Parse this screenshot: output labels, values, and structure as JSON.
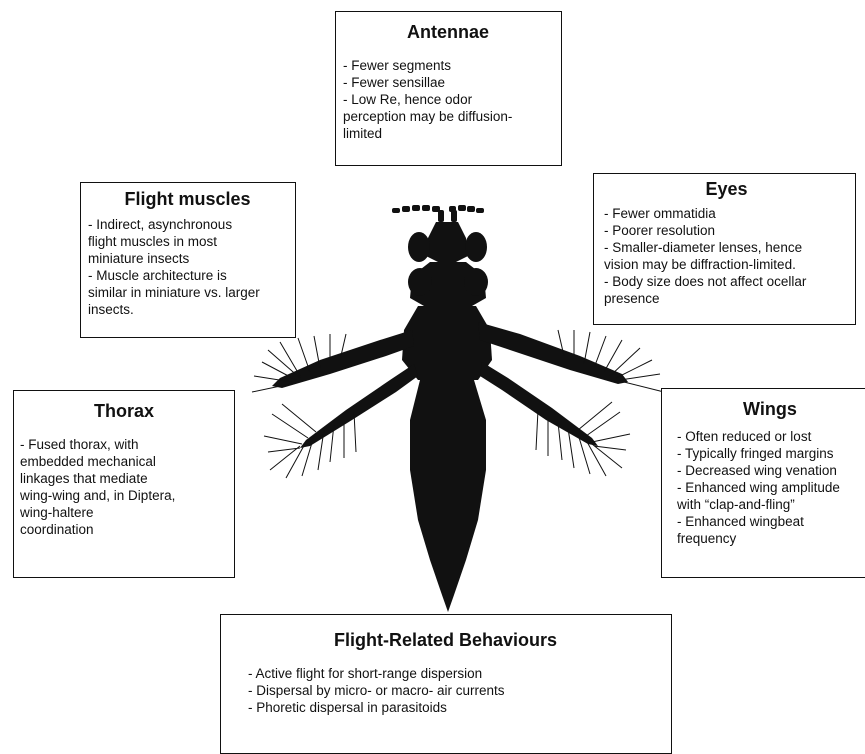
{
  "boxes": {
    "antennae": {
      "title": "Antennae",
      "items": [
        "- Fewer segments",
        "- Fewer sensillae",
        "- Low Re, hence odor",
        "perception may be diffusion-",
        "limited"
      ]
    },
    "flight_muscles": {
      "title": "Flight muscles",
      "items": [
        "- Indirect, asynchronous",
        "flight muscles in most",
        "miniature insects",
        "- Muscle architecture is",
        "similar in miniature vs. larger",
        "insects."
      ]
    },
    "eyes": {
      "title": "Eyes",
      "items": [
        "- Fewer ommatidia",
        "- Poorer resolution",
        "- Smaller-diameter lenses, hence",
        "vision may be diffraction-limited.",
        "- Body size does not affect ocellar",
        " presence"
      ]
    },
    "thorax": {
      "title": "Thorax",
      "items": [
        "-  Fused thorax, with",
        "embedded mechanical",
        "linkages that mediate",
        "wing-wing and, in Diptera,",
        "wing-haltere",
        "coordination"
      ]
    },
    "wings": {
      "title": "Wings",
      "items": [
        "- Often reduced or lost",
        "- Typically fringed margins",
        "- Decreased wing venation",
        "- Enhanced wing amplitude",
        " with “clap-and-fling”",
        "- Enhanced wingbeat",
        "frequency"
      ]
    },
    "flight_behaviours": {
      "title": "Flight-Related Behaviours",
      "items": [
        "- Active flight for short-range dispersion",
        "- Dispersal by micro- or macro- air currents",
        "- Phoretic dispersal in parasitoids"
      ]
    }
  },
  "colors": {
    "insect": "#111111",
    "border": "#111111",
    "background": "#ffffff"
  }
}
